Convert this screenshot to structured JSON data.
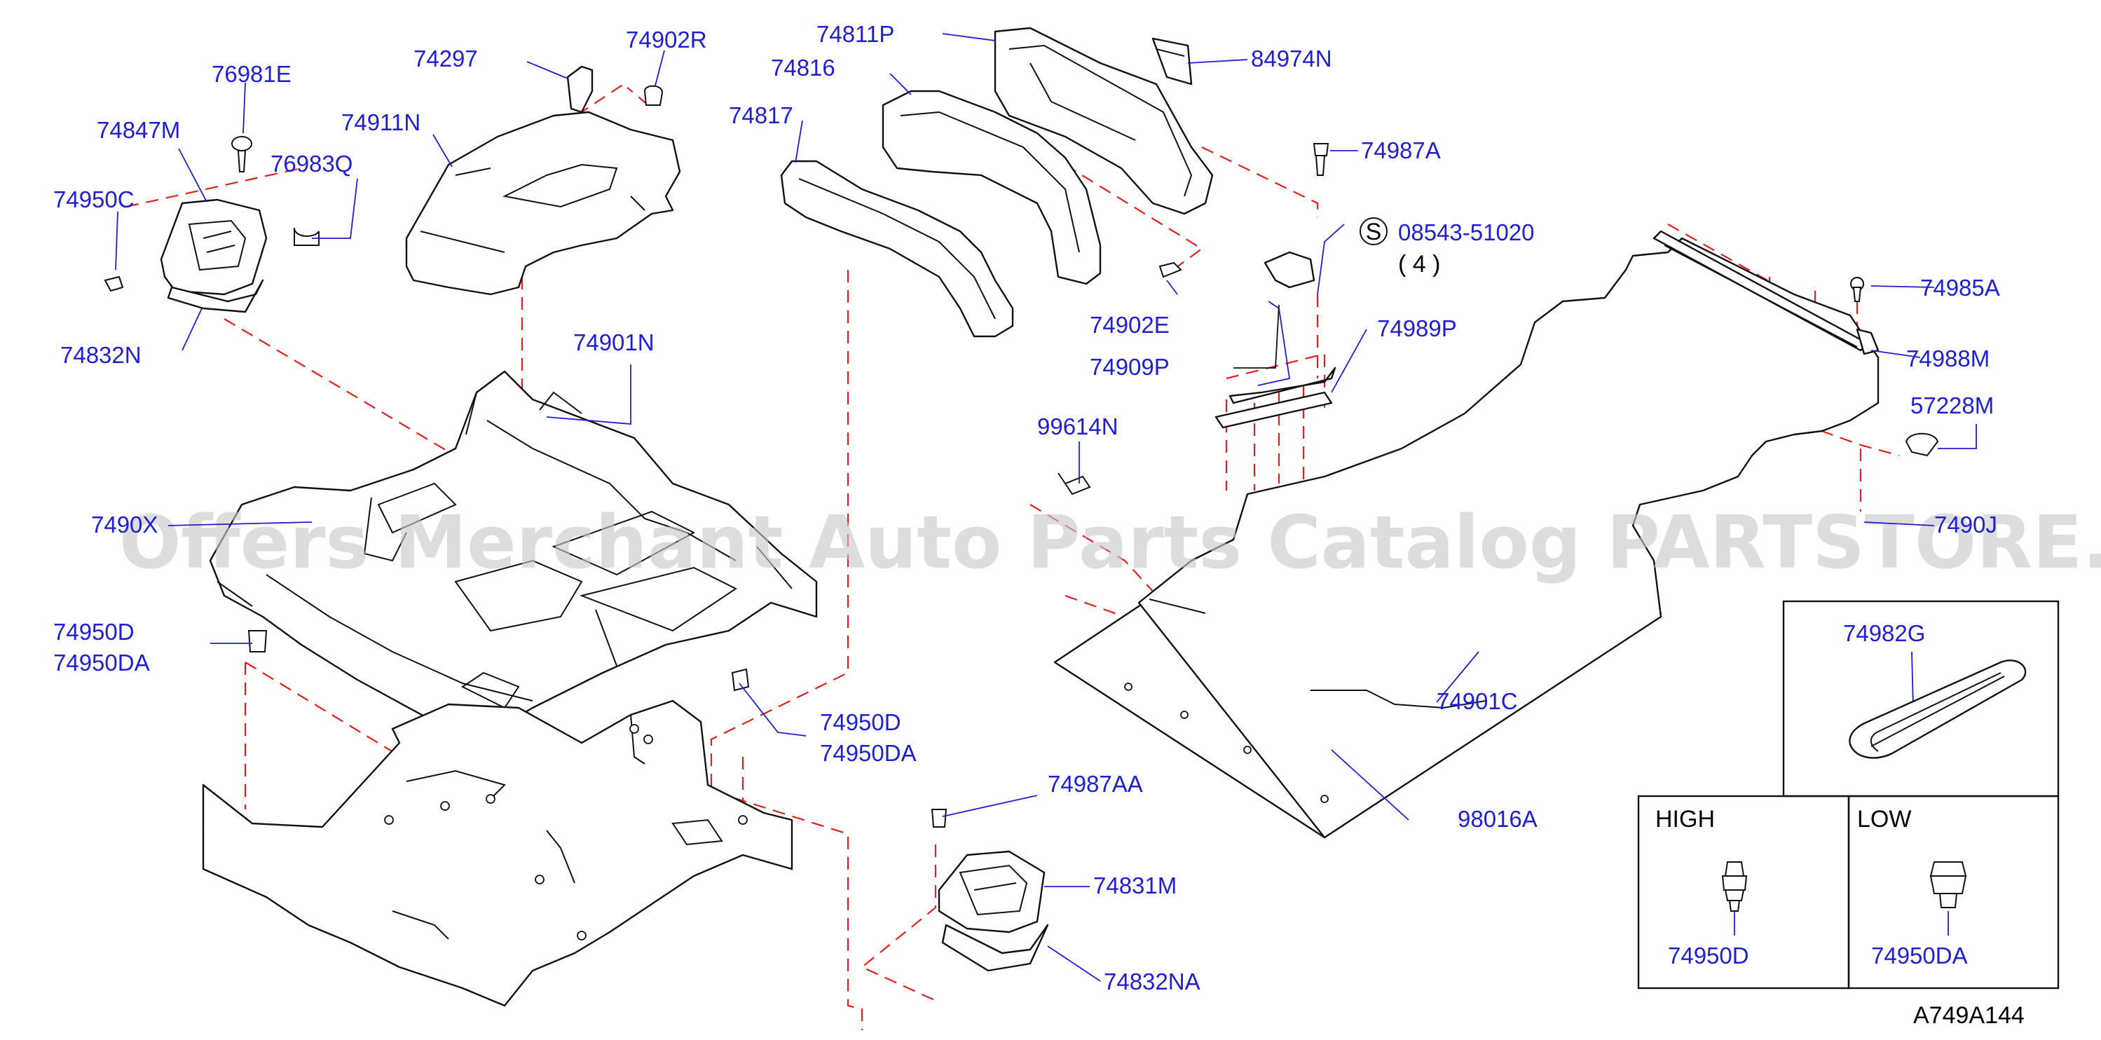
{
  "labels": {
    "p74297": "74297",
    "p74902R": "74902R",
    "p76981E": "76981E",
    "p74847M": "74847M",
    "p74911N": "74911N",
    "p76983Q": "76983Q",
    "p74950C": "74950C",
    "p74832N": "74832N",
    "p74811P": "74811P",
    "p74816": "74816",
    "p74817": "74817",
    "p84974N": "84974N",
    "p74987A": "74987A",
    "p08543": "08543-51020",
    "p08543_qty": "( 4 )",
    "screw_symbol": "S",
    "p74902E": "74902E",
    "p74909P": "74909P",
    "p74985A": "74985A",
    "p74989P": "74989P",
    "p74988M": "74988M",
    "p57228M": "57228M",
    "p99614N": "99614N",
    "p74901N": "74901N",
    "p749X": "7490X",
    "p749J": "7490J",
    "p74950D_a": "74950D",
    "p74950DA_a": "74950DA",
    "p74950D_b": "74950D",
    "p74950DA_b": "74950DA",
    "p74901C": "74901C",
    "p74982G": "74982G",
    "p74987AA": "74987AA",
    "p74831M": "74831M",
    "p98016A": "98016A",
    "p74832NA": "74832NA",
    "inset_high": "HIGH",
    "inset_low": "LOW",
    "p74950D_high": "74950D",
    "p74950DA_low": "74950DA",
    "diagram_ref": "A749A144"
  },
  "watermark": "Offers Merchant Auto Parts Catalog PARTSTORE.SA",
  "colors": {
    "label_blue": "#1f1fd0",
    "dash_red": "#e02020",
    "line_black": "#111111",
    "watermark_gray": "#c8c8c8"
  }
}
